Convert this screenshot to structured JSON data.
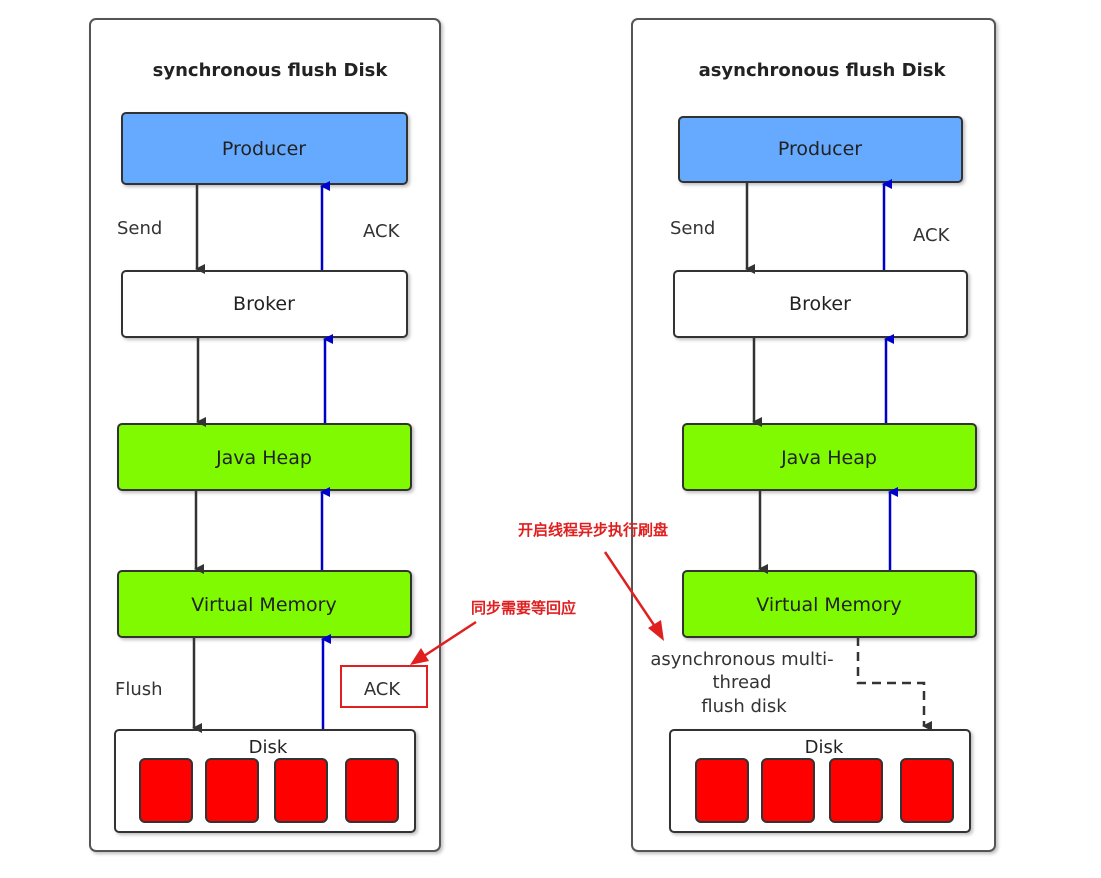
{
  "colors": {
    "producer_fill": "#66aaff",
    "memory_fill": "#7ffa00",
    "disk_block_fill": "#ff0000",
    "send_arrow": "#333333",
    "ack_arrow": "#0000cc",
    "annotation_red": "#e02020",
    "panel_border": "#555555"
  },
  "sync_panel": {
    "title": "synchronous flush Disk",
    "producer": "Producer",
    "broker": "Broker",
    "java_heap": "Java Heap",
    "virtual_memory": "Virtual Memory",
    "disk": "Disk",
    "send_label": "Send",
    "ack_label_top": "ACK",
    "flush_label": "Flush",
    "ack_label_bottom": "ACK"
  },
  "async_panel": {
    "title": "asynchronous flush Disk",
    "producer": "Producer",
    "broker": "Broker",
    "java_heap": "Java Heap",
    "virtual_memory": "Virtual Memory",
    "disk": "Disk",
    "send_label": "Send",
    "ack_label_top": "ACK",
    "async_note_line1": "asynchronous multi-",
    "async_note_line2": "thread",
    "async_note_line3": "flush disk"
  },
  "annotations": {
    "sync_wait_ack": "同步需要等回应",
    "async_thread_flush": "开启线程异步执行刷盘"
  }
}
